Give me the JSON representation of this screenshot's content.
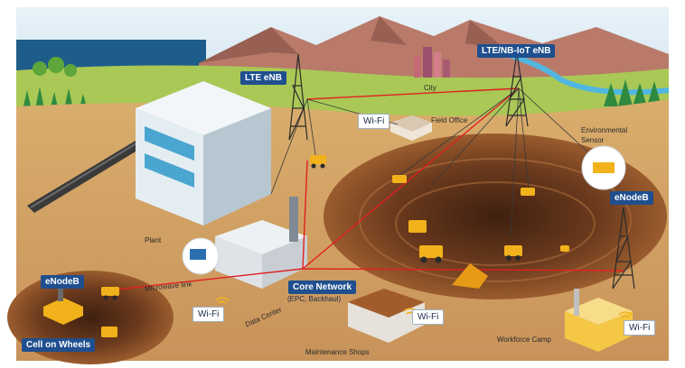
{
  "diagram": {
    "base_stations": {
      "lte_enb": "LTE eNB",
      "lte_nbiot_enb": "LTE/NB-IoT eNB",
      "enodeb_right": "eNodeB",
      "enodeb_left": "eNodeB"
    },
    "core_network": {
      "label": "Core Network",
      "sublabel": "(EPC, Backhaul)"
    },
    "cell_on_wheels": "Cell on Wheels",
    "wifi_label": "Wi-Fi",
    "places": {
      "city": "City",
      "field_office": "Field Office",
      "environmental_sensor": "Environmental Sensor",
      "plant": "Plant",
      "microwave_link": "Microwave link",
      "data_center": "Data Center",
      "maintenance_shops": "Maintenance Shops",
      "workforce_camp": "Workforce Camp"
    },
    "colors": {
      "sky": "#dcecf6",
      "sea": "#1e5c8a",
      "grass": "#a9c856",
      "ground": "#d7a866",
      "pit": "#7a4526",
      "link_red": "#e02020",
      "label_blue": "#1f4f8f"
    }
  }
}
